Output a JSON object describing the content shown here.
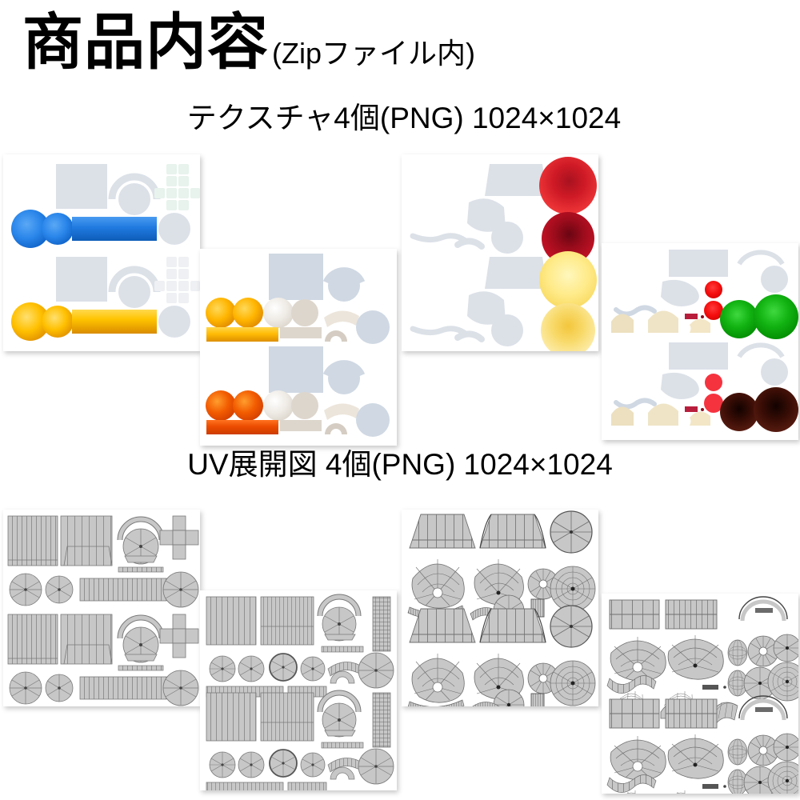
{
  "headings": {
    "title_main": "商品内容",
    "title_sub": "(Zipファイル内)",
    "texture_line": "テクスチャ4個(PNG) 1024×1024",
    "uv_line": "UV展開図 4個(PNG) 1024×1024"
  },
  "colors": {
    "text": "#000000",
    "page_background": "#ffffff",
    "panel_background": "#ffffff",
    "neutral_shape": "#dce1e8",
    "cream_shape": "#ece2d0",
    "skin_shape": "#efe2c0",
    "wire_fill": "#c9c9c9",
    "wire_stroke": "#6b6b6b",
    "blue_light": "#3a95ef",
    "blue_dark": "#1164c8",
    "gold_light": "#ffd200",
    "gold_dark": "#e08c00",
    "orange_light": "#ff8c1a",
    "orange_dark": "#e24b00",
    "red_light": "#ff2b2b",
    "red_dark": "#9e0d1e",
    "crimson_dark": "#8d0c1c",
    "yellow_light": "#fff59a",
    "yellow_dark": "#f6cc3a",
    "green_light": "#2ecc2e",
    "green_dark": "#0a8f0a",
    "brown_dark": "#3a0f07",
    "brown_black": "#160401",
    "mint_tint": "#e7f3ec"
  },
  "sections": [
    {
      "id": "textures",
      "label": "テクスチャ4個(PNG) 1024×1024",
      "count": 4,
      "format": "PNG",
      "resolution": "1024×1024",
      "panels": [
        {
          "name": "texture-panel-1",
          "theme": "blue-gold",
          "variants": [
            "blue",
            "gold"
          ],
          "accents": [
            "#1f7fe0",
            "#ffc400"
          ]
        },
        {
          "name": "texture-panel-2",
          "theme": "gold-orange",
          "variants": [
            "gold",
            "orange"
          ],
          "accents": [
            "#ffb300",
            "#e84a00"
          ]
        },
        {
          "name": "texture-panel-3",
          "theme": "red-yellow",
          "variants": [
            "red",
            "crimson",
            "yellow",
            "amber"
          ],
          "accents": [
            "#d21b2a",
            "#8d0c1c",
            "#ffef90",
            "#f5c93c"
          ]
        },
        {
          "name": "texture-panel-4",
          "theme": "green-darkred",
          "variants": [
            "green",
            "dark-red"
          ],
          "accents": [
            "#13ae13",
            "#3a0f07"
          ]
        }
      ]
    },
    {
      "id": "uv-maps",
      "label": "UV展開図 4個(PNG) 1024×1024",
      "count": 4,
      "format": "PNG",
      "resolution": "1024×1024",
      "panels": [
        {
          "name": "uv-panel-1",
          "theme": "grid-planes-wheels"
        },
        {
          "name": "uv-panel-2",
          "theme": "grid-planes-wheels-strips"
        },
        {
          "name": "uv-panel-3",
          "theme": "trapezoids-fans-discs"
        },
        {
          "name": "uv-panel-4",
          "theme": "fans-domes-discs"
        }
      ]
    }
  ]
}
